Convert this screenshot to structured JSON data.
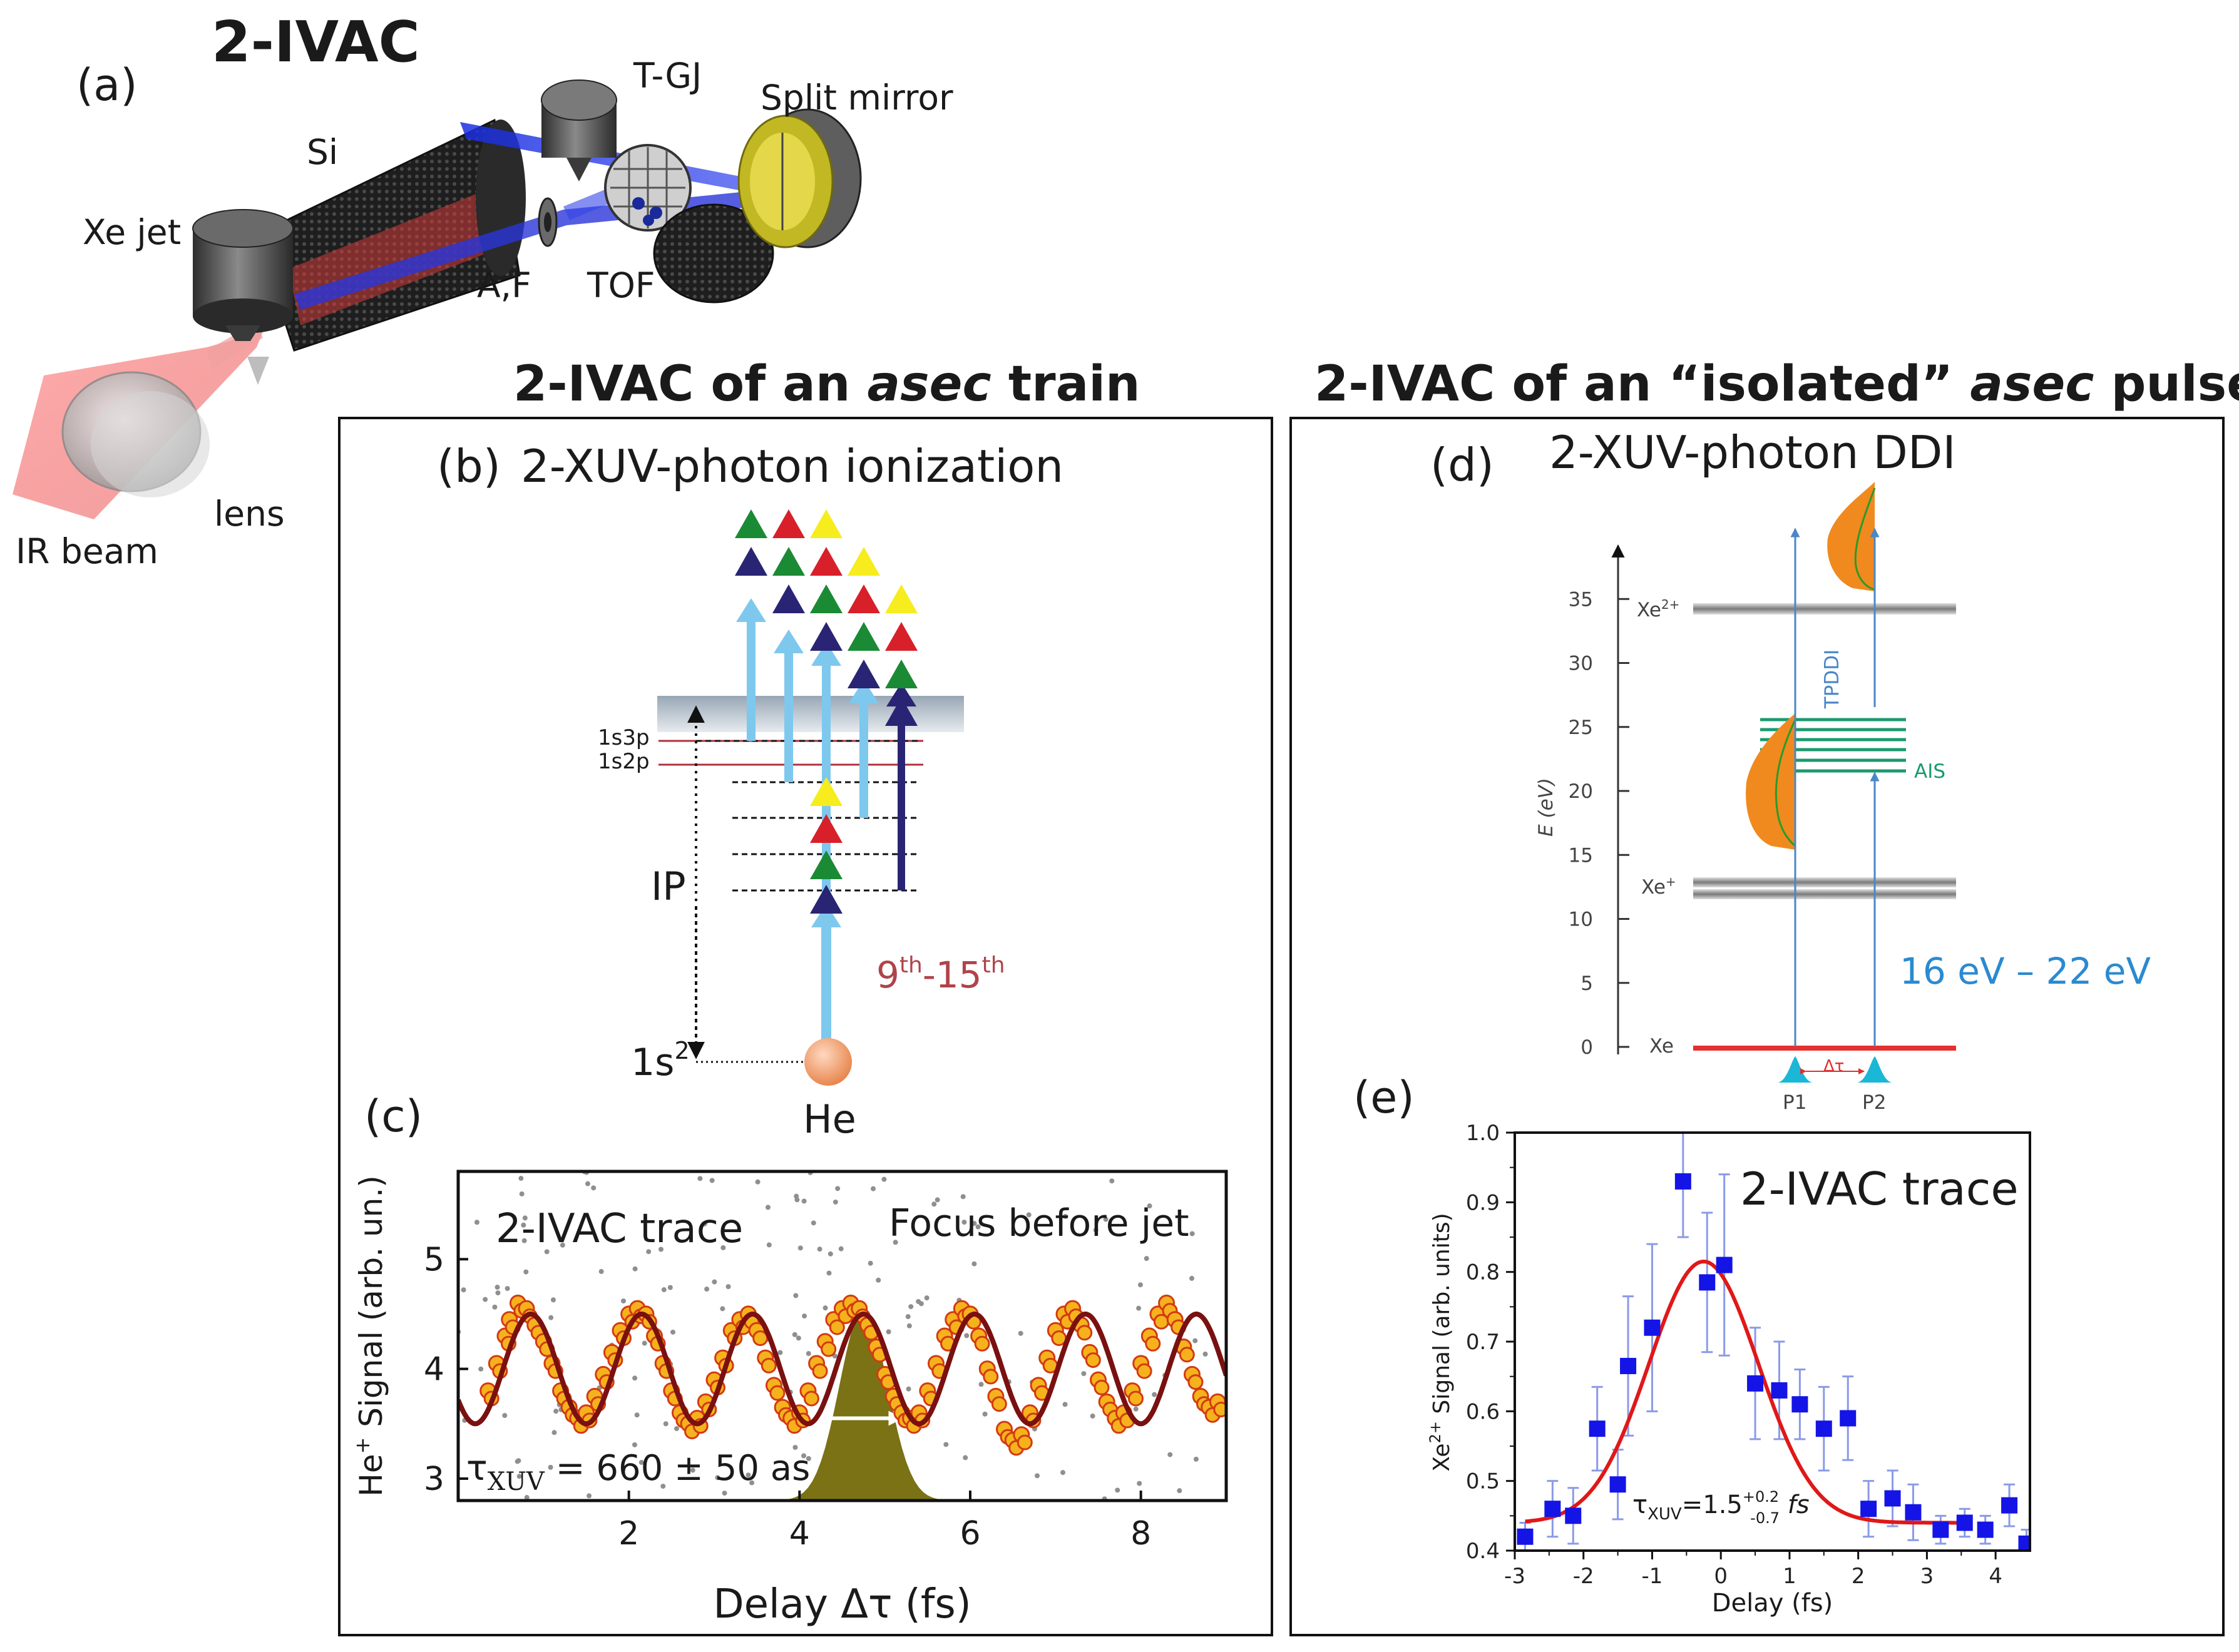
{
  "panel_a": {
    "title": "2-IVAC",
    "label": "(a)",
    "components": {
      "tgj": "T-GJ",
      "split_mirror": "Split mirror",
      "si": "Si",
      "xe_jet": "Xe jet",
      "af": "A,F",
      "tof": "TOF",
      "lens": "lens",
      "ir_beam": "IR beam"
    }
  },
  "left_header": {
    "prefix": "2-IVAC of an ",
    "italic": "asec",
    "suffix": " train"
  },
  "right_header": {
    "prefix": "2-IVAC of an “isolated” ",
    "italic": "asec",
    "suffix": " pulse"
  },
  "panel_b": {
    "label": "(b)",
    "title": "2-XUV-photon ionization",
    "levels": {
      "l1s3p": "1s3p",
      "l1s2p": "1s2p"
    },
    "ip": "IP",
    "ground_base": "1s",
    "ground_sup": "2",
    "atom": "He",
    "harmonics": {
      "a": "9",
      "a_sup": "th",
      "dash": "-",
      "b": "15",
      "b_sup": "th"
    },
    "colors": {
      "light_blue": "#7ec8ee",
      "navy": "#2a2474",
      "green": "#1b8a35",
      "red": "#d8202a",
      "yellow": "#f6ec1e"
    }
  },
  "panel_c": {
    "label": "(c)",
    "inner_title": "2-IVAC trace",
    "annotation": "Focus before jet",
    "tau": {
      "sym": "τ",
      "sub": "XUV",
      "value": " = 660 ± 50 as"
    },
    "ylabel": {
      "base": "He",
      "sup": "+",
      "rest": " Signal (arb. un.)"
    },
    "xlabel": "Delay Δτ (fs)"
  },
  "panel_d": {
    "label": "(d)",
    "title": "2-XUV-photon DDI",
    "ylabel": "E (eV)",
    "states": {
      "xe2": "Xe",
      "xe2_sup": "2+",
      "xe1": "Xe",
      "xe1_sup": "+",
      "xe0": "Xe"
    },
    "ais": "AIS",
    "tpddi": "TPDDI",
    "energy_range": "16 eV – 22 eV",
    "delay": "Δτ",
    "p1": "P1",
    "p2": "P2"
  },
  "panel_e": {
    "label": "(e)",
    "inner_title": "2-IVAC trace",
    "tau": {
      "sym": "τ",
      "sub": "XUV",
      "eq": "=1.5",
      "plus": "+0.2",
      "minus": "-0.7",
      "unit": " fs"
    },
    "ylabel": {
      "base": "Xe",
      "sup": "2+",
      "rest": " Signal (arb. units)"
    },
    "xlabel": "Delay (fs)"
  },
  "chart_data": [
    {
      "type": "scatter",
      "panel": "(c)",
      "title": "2-IVAC trace",
      "annotation": "Focus before jet",
      "xlabel": "Delay Δτ (fs)",
      "ylabel": "He+ Signal (arb. un.)",
      "xlim": [
        0,
        9
      ],
      "ylim": [
        2.8,
        5.8
      ],
      "xticks": [
        2,
        4,
        6,
        8
      ],
      "yticks": [
        3,
        4,
        5
      ],
      "fit_period_fs": 1.3,
      "fit_center_fs": 4.75,
      "fit_mean": 4.0,
      "fit_amplitude": 0.5,
      "series": [
        {
          "name": "data",
          "points": [
            [
              0.35,
              3.8
            ],
            [
              0.45,
              4.05
            ],
            [
              0.55,
              4.3
            ],
            [
              0.6,
              4.45
            ],
            [
              0.7,
              4.6
            ],
            [
              0.8,
              4.55
            ],
            [
              0.9,
              4.4
            ],
            [
              1.0,
              4.25
            ],
            [
              1.1,
              4.05
            ],
            [
              1.2,
              3.8
            ],
            [
              1.3,
              3.65
            ],
            [
              1.4,
              3.55
            ],
            [
              1.5,
              3.6
            ],
            [
              1.6,
              3.75
            ],
            [
              1.7,
              3.95
            ],
            [
              1.8,
              4.15
            ],
            [
              1.9,
              4.35
            ],
            [
              2.0,
              4.5
            ],
            [
              2.1,
              4.55
            ],
            [
              2.2,
              4.5
            ],
            [
              2.3,
              4.3
            ],
            [
              2.4,
              4.05
            ],
            [
              2.5,
              3.8
            ],
            [
              2.6,
              3.6
            ],
            [
              2.7,
              3.5
            ],
            [
              2.8,
              3.55
            ],
            [
              2.9,
              3.7
            ],
            [
              3.0,
              3.9
            ],
            [
              3.1,
              4.1
            ],
            [
              3.2,
              4.35
            ],
            [
              3.3,
              4.45
            ],
            [
              3.4,
              4.5
            ],
            [
              3.5,
              4.35
            ],
            [
              3.6,
              4.1
            ],
            [
              3.7,
              3.85
            ],
            [
              3.8,
              3.65
            ],
            [
              3.9,
              3.55
            ],
            [
              4.0,
              3.6
            ],
            [
              4.1,
              3.8
            ],
            [
              4.2,
              4.05
            ],
            [
              4.3,
              4.25
            ],
            [
              4.4,
              4.45
            ],
            [
              4.5,
              4.55
            ],
            [
              4.6,
              4.6
            ],
            [
              4.7,
              4.55
            ],
            [
              4.8,
              4.4
            ],
            [
              4.9,
              4.2
            ],
            [
              5.0,
              3.95
            ],
            [
              5.1,
              3.75
            ],
            [
              5.2,
              3.6
            ],
            [
              5.3,
              3.55
            ],
            [
              5.4,
              3.6
            ],
            [
              5.5,
              3.8
            ],
            [
              5.6,
              4.05
            ],
            [
              5.7,
              4.3
            ],
            [
              5.8,
              4.45
            ],
            [
              5.9,
              4.55
            ],
            [
              6.0,
              4.5
            ],
            [
              6.1,
              4.3
            ],
            [
              6.2,
              4.0
            ],
            [
              6.3,
              3.75
            ],
            [
              6.4,
              3.45
            ],
            [
              6.5,
              3.35
            ],
            [
              6.6,
              3.4
            ],
            [
              6.7,
              3.6
            ],
            [
              6.8,
              3.85
            ],
            [
              6.9,
              4.1
            ],
            [
              7.0,
              4.35
            ],
            [
              7.1,
              4.5
            ],
            [
              7.2,
              4.55
            ],
            [
              7.3,
              4.4
            ],
            [
              7.4,
              4.15
            ],
            [
              7.5,
              3.9
            ],
            [
              7.6,
              3.7
            ],
            [
              7.7,
              3.55
            ],
            [
              7.8,
              3.6
            ],
            [
              7.9,
              3.8
            ],
            [
              8.0,
              4.05
            ],
            [
              8.1,
              4.3
            ],
            [
              8.2,
              4.5
            ],
            [
              8.3,
              4.6
            ],
            [
              8.4,
              4.45
            ],
            [
              8.5,
              4.2
            ],
            [
              8.6,
              3.95
            ],
            [
              8.7,
              3.75
            ],
            [
              8.8,
              3.65
            ],
            [
              8.9,
              3.7
            ]
          ]
        }
      ]
    },
    {
      "type": "scatter",
      "panel": "(e)",
      "title": "2-IVAC trace",
      "xlabel": "Delay (fs)",
      "ylabel": "Xe2+ Signal (arb. units)",
      "xlim": [
        -3,
        4.5
      ],
      "ylim": [
        0.4,
        1.0
      ],
      "xticks": [
        -3,
        -2,
        -1,
        0,
        1,
        2,
        3,
        4
      ],
      "yticks": [
        0.4,
        0.5,
        0.6,
        0.7,
        0.8,
        0.9,
        1.0
      ],
      "fit": {
        "baseline": 0.44,
        "amplitude": 0.375,
        "center": -0.25,
        "sigma": 0.8
      },
      "series": [
        {
          "name": "data",
          "points": [
            [
              -2.85,
              0.42
            ],
            [
              -2.45,
              0.46
            ],
            [
              -2.15,
              0.45
            ],
            [
              -1.8,
              0.575
            ],
            [
              -1.5,
              0.495
            ],
            [
              -1.35,
              0.665
            ],
            [
              -1.0,
              0.72
            ],
            [
              -0.55,
              0.93
            ],
            [
              -0.2,
              0.785
            ],
            [
              0.05,
              0.81
            ],
            [
              0.5,
              0.64
            ],
            [
              0.85,
              0.63
            ],
            [
              1.15,
              0.61
            ],
            [
              1.5,
              0.575
            ],
            [
              1.85,
              0.59
            ],
            [
              2.15,
              0.46
            ],
            [
              2.5,
              0.475
            ],
            [
              2.8,
              0.455
            ],
            [
              3.2,
              0.43
            ],
            [
              3.55,
              0.44
            ],
            [
              3.85,
              0.43
            ],
            [
              4.2,
              0.465
            ],
            [
              4.45,
              0.41
            ]
          ],
          "errors": [
            0.02,
            0.04,
            0.04,
            0.06,
            0.05,
            0.1,
            0.12,
            0.08,
            0.1,
            0.13,
            0.08,
            0.07,
            0.05,
            0.06,
            0.06,
            0.04,
            0.04,
            0.04,
            0.02,
            0.02,
            0.02,
            0.03,
            0.02
          ]
        }
      ]
    }
  ]
}
